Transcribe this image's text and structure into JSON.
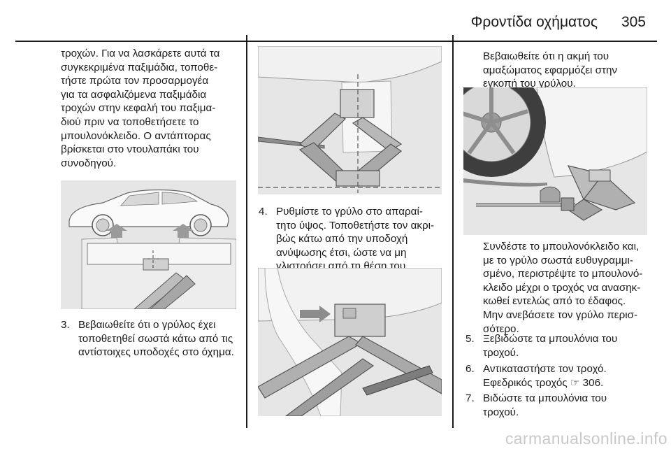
{
  "header": {
    "title": "Φροντίδα οχήματος",
    "page_number": "305"
  },
  "col1": {
    "intro_lines": [
      "τροχών. Για να λασκάρετε αυτά τα",
      "συγκεκριμένα παξιμάδια, τοποθε-",
      "τήστε πρώτα τον προσαρμογέα",
      "για τα ασφαλιζόμενα παξιμάδια",
      "τροχών στην κεφαλή του παξιμα-",
      "διού πριν να τοποθετήσετε το",
      "μπουλονόκλειδο. Ο αντάπτορας",
      "βρίσκεται στο ντουλαπάκι του",
      "συνοδηγού."
    ],
    "step": {
      "number": "3.",
      "lines": [
        "Βεβαιωθείτε ότι ο γρύλος έχει",
        "τοποθετηθεί σωστά κάτω από τις",
        "αντίστοιχες υποδοχές στο όχημα."
      ]
    }
  },
  "col2": {
    "step": {
      "number": "4.",
      "lines": [
        "Ρυθμίστε το γρύλο στο απαραί-",
        "τητο ύψος. Τοποθετήστε τον ακρι-",
        "βώς κάτω από την υποδοχή",
        "ανύψωσης έτσι, ώστε να μη",
        "γλιστρήσει από τη θέση του."
      ]
    }
  },
  "col3": {
    "intro_lines": [
      "Βεβαιωθείτε ότι η ακμή του",
      "αμαξώματος εφαρμόζει στην",
      "εγκοπή του γρύλου."
    ],
    "para_lines": [
      "Συνδέστε το μπουλονόκλειδο και,",
      "με το γρύλο σωστά ευθυγραμμι-",
      "σμένο, περιστρέψτε το μπουλονό-",
      "κλειδο μέχρι ο τροχός να ανασηκ-",
      "κωθεί εντελώς από το έδαφος.",
      "Μην ανεβάσετε τον γρύλο περισ-",
      "σότερο."
    ],
    "step5": {
      "number": "5.",
      "lines": [
        "Ξεβιδώστε τα μπουλόνια του",
        "τροχού."
      ]
    },
    "step6": {
      "number": "6.",
      "lines": [
        "Αντικαταστήστε τον τροχό.",
        "Εφεδρικός τροχός ☞ 306."
      ]
    },
    "step7": {
      "number": "7.",
      "lines": [
        "Βιδώστε τα μπουλόνια του",
        "τροχού."
      ]
    }
  },
  "watermark": "carmanualsonline.info"
}
